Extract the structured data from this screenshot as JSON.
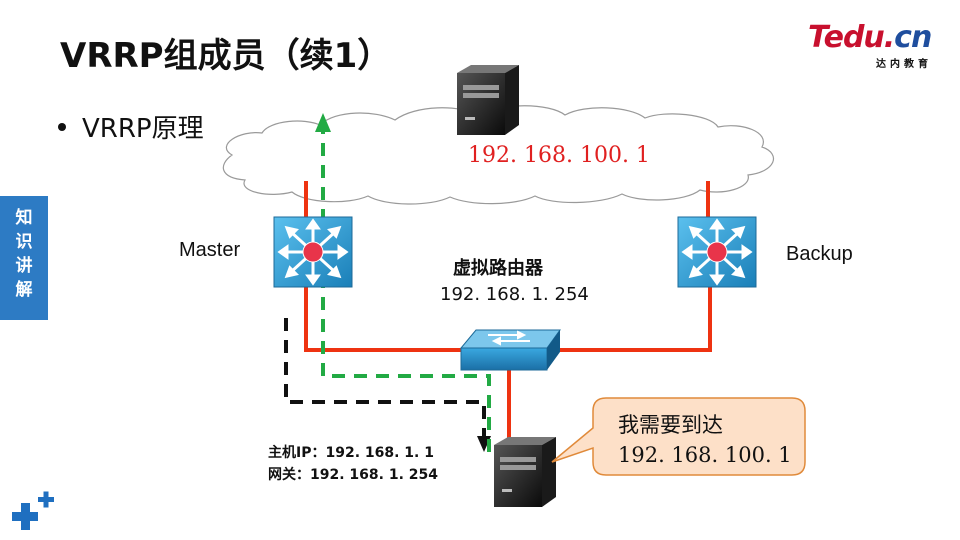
{
  "slide": {
    "title": "VRRP组成员（续1）",
    "bullet": "VRRP原理"
  },
  "logo": {
    "brand_main": "Tedu.",
    "brand_suffix": "cn",
    "subtitle": "达内教育"
  },
  "side_tab": {
    "chars": [
      "知",
      "识",
      "讲",
      "解"
    ]
  },
  "diagram": {
    "cloud_ip": "192. 168. 100. 1",
    "master_label": "Master",
    "backup_label": "Backup",
    "virtual_router_title": "虚拟路由器",
    "virtual_router_ip": "192. 168. 1. 254",
    "host_ip": "主机IP：192. 168. 1. 1",
    "host_gateway": "网关：192. 168. 1. 254",
    "callout_line1": "我需要到达",
    "callout_line2": "192. 168. 100. 1"
  },
  "colors": {
    "link_red": "#ee3311",
    "path_green": "#22aa44",
    "path_black": "#111111",
    "callout_fill": "#fde0c8",
    "callout_border": "#e08a3a",
    "side_tab_blue": "#2d7bc4",
    "router_blue": "#2a9fd6",
    "cloud_ip_red": "#e02020"
  },
  "icons": {
    "server": "server-icon",
    "router": "router-icon",
    "switch": "switch-icon",
    "cloud": "cloud-icon",
    "plus": "plus-logo-icon"
  }
}
